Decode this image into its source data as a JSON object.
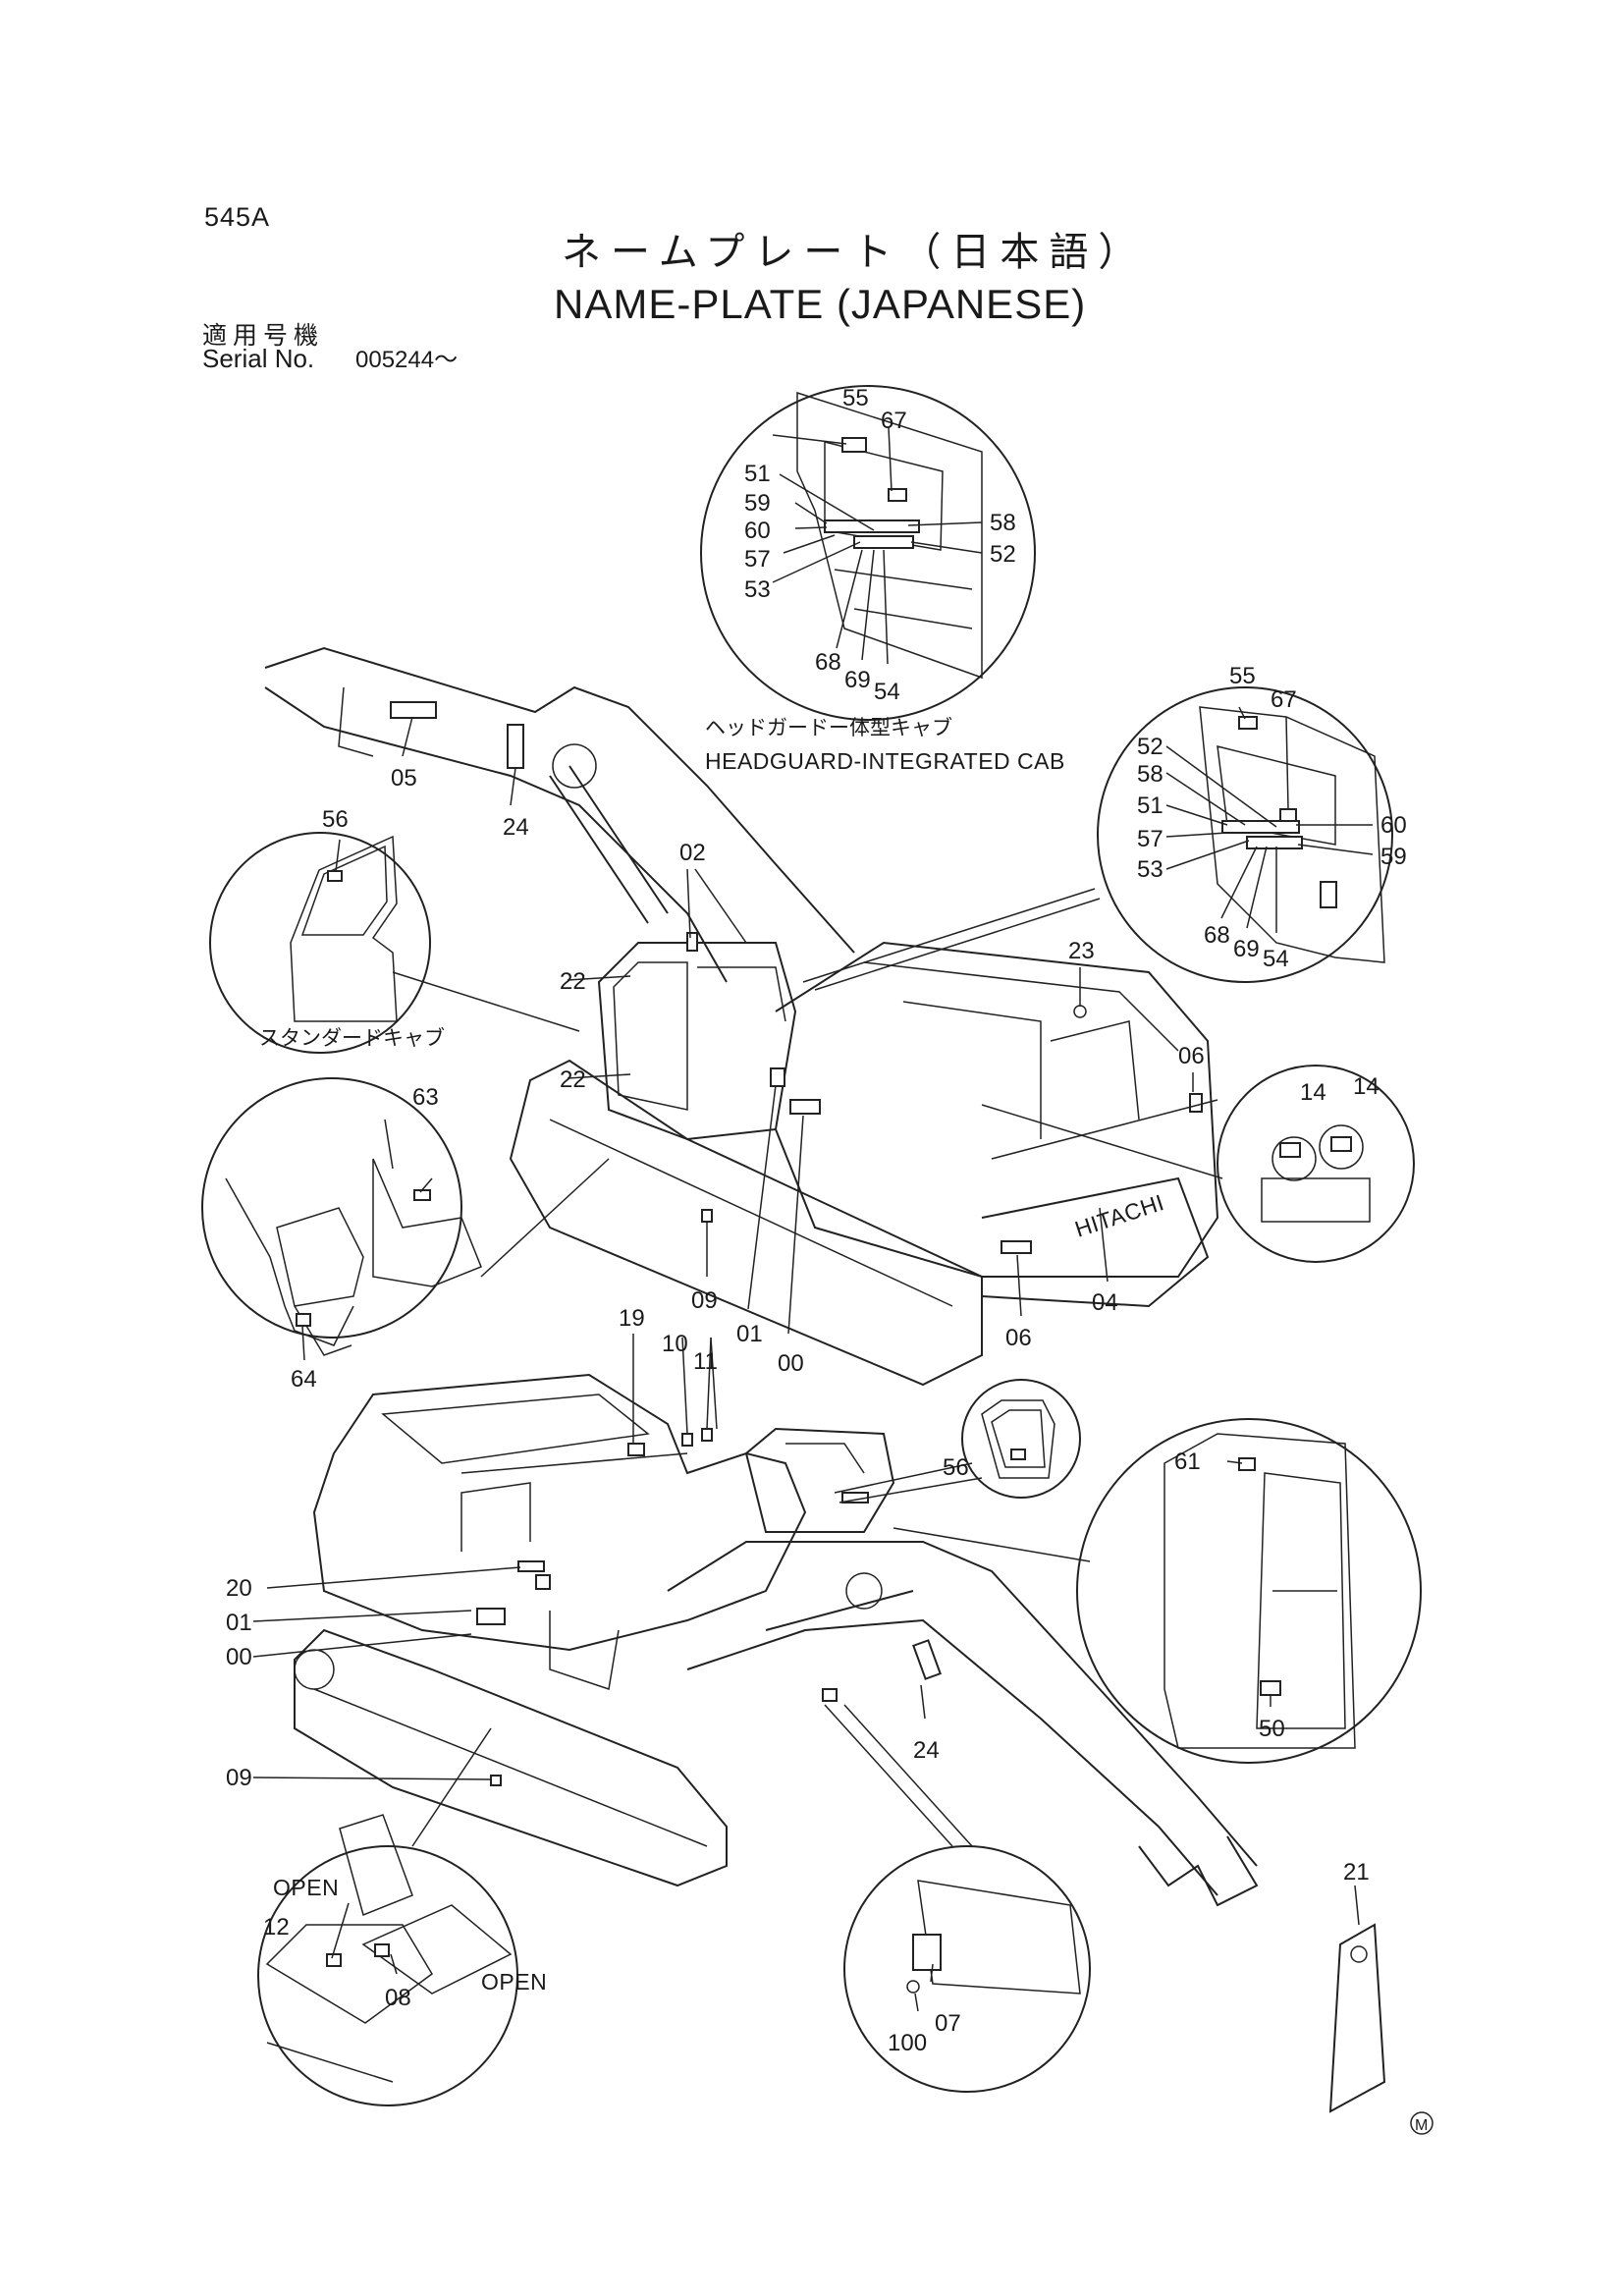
{
  "header": {
    "page_code": "545A",
    "title_jp": "ネームプレート（日本語）",
    "title_en": "NAME-PLATE (JAPANESE)",
    "serial_label_jp": "適用号機",
    "serial_label_en": "Serial No.",
    "serial_value": "005244～"
  },
  "captions": {
    "headguard_jp": "ヘッドガードー体型キャブ",
    "headguard_en": "HEADGUARD-INTEGRATED CAB",
    "standard_cab_jp": "スタンダードキャブ",
    "brand": "HITACHI",
    "open_1": "OPEN",
    "open_2": "OPEN",
    "mark": "M"
  },
  "parts": {
    "p00a": "00",
    "p00b": "00",
    "p01a": "01",
    "p01b": "01",
    "p02": "02",
    "p04": "04",
    "p05": "05",
    "p06a": "06",
    "p06b": "06",
    "p07": "07",
    "p08": "08",
    "p09a": "09",
    "p09b": "09",
    "p10": "10",
    "p11": "11",
    "p12": "12",
    "p14a": "14",
    "p14b": "14",
    "p19": "19",
    "p20": "20",
    "p21": "21",
    "p22a": "22",
    "p22b": "22",
    "p23": "23",
    "p24a": "24",
    "p24b": "24",
    "p50": "50",
    "p56a": "56",
    "p56b": "56",
    "p61": "61",
    "p63": "63",
    "p64": "64",
    "p100": "100",
    "t55": "55",
    "t67": "67",
    "t51": "51",
    "t59": "59",
    "t60": "60",
    "t57": "57",
    "t53": "53",
    "t58": "58",
    "t52": "52",
    "t68": "68",
    "t69": "69",
    "t54": "54",
    "r55": "55",
    "r67": "67",
    "r52": "52",
    "r58": "58",
    "r51": "51",
    "r57": "57",
    "r53": "53",
    "r60": "60",
    "r59": "59",
    "r68": "68",
    "r69": "69",
    "r54": "54"
  }
}
